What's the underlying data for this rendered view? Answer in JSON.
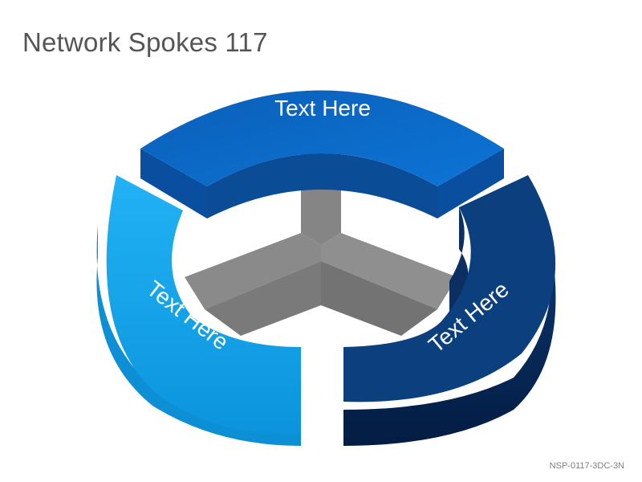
{
  "title": "Network Spokes 117",
  "segments": [
    {
      "label": "Text Here",
      "color_top": "#0568c4",
      "color_side": "#0450a0",
      "color_inner": "#0a4a96"
    },
    {
      "label": "Text Here",
      "color_top": "#0b3d7a",
      "color_side": "#031a3c",
      "color_inner": "#0a3266"
    },
    {
      "label": "Text Here",
      "color_top": "#17a8f0",
      "color_side": "#0d8ed6",
      "color_inner": "#1296dc"
    }
  ],
  "hub_colors": {
    "light": "#8c8c8c",
    "mid": "#7a7a7a",
    "dark": "#6e6e6e"
  },
  "code": "NSP-0117-3DC-3N"
}
